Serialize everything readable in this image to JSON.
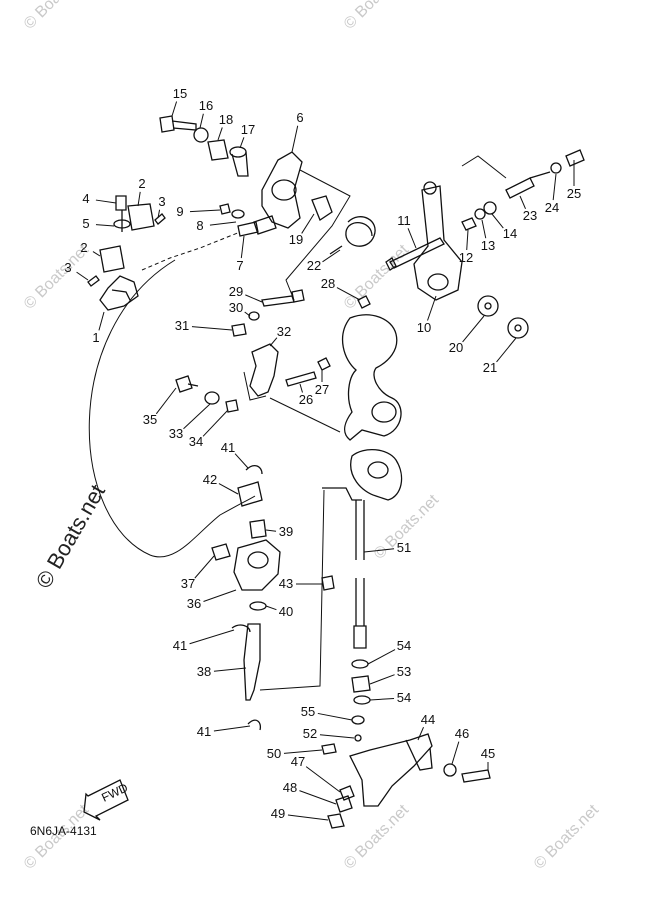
{
  "diagram": {
    "part_numbers": [
      "1",
      "2",
      "3",
      "4",
      "5",
      "6",
      "7",
      "8",
      "9",
      "10",
      "11",
      "12",
      "13",
      "14",
      "15",
      "16",
      "17",
      "18",
      "19",
      "20",
      "21",
      "22",
      "23",
      "24",
      "25",
      "26",
      "27",
      "28",
      "29",
      "30",
      "31",
      "32",
      "33",
      "34",
      "35",
      "36",
      "37",
      "38",
      "39",
      "40",
      "41",
      "42",
      "43",
      "44",
      "45",
      "46",
      "47",
      "48",
      "49",
      "50",
      "51",
      "52",
      "53",
      "54",
      "55"
    ],
    "figure_code": "6N6JA-4131",
    "fwd_label": "FWD",
    "watermark_small": "© Boats.net",
    "watermark_large": "© Boats.net"
  }
}
